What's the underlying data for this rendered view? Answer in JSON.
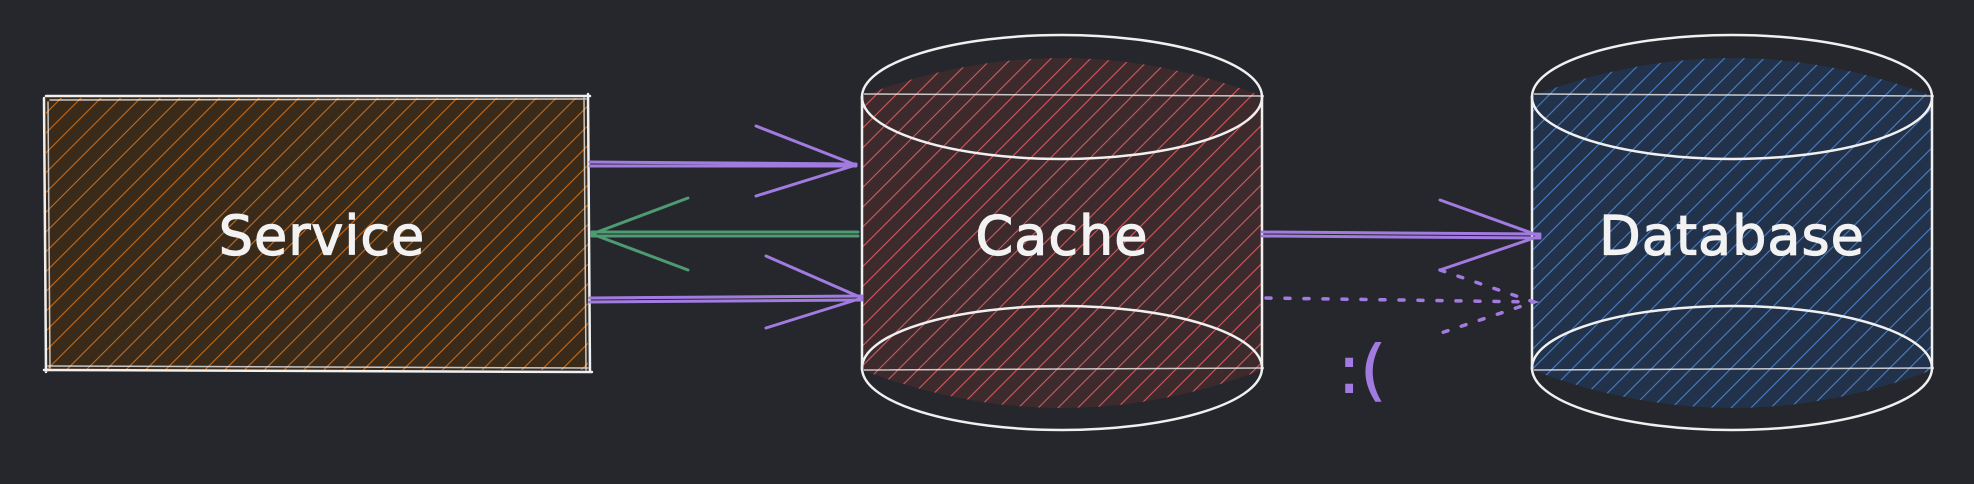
{
  "nodes": {
    "service": {
      "label": "Service",
      "fill": "#8a4a10",
      "hatch": "#c46a1c"
    },
    "cache": {
      "label": "Cache",
      "fill": "#7a3a3e",
      "hatch": "#d05a60"
    },
    "database": {
      "label": "Database",
      "fill": "#2b4f80",
      "hatch": "#4a7fc4"
    }
  },
  "annotation": ":(",
  "colors": {
    "background": "#25272c",
    "outline": "#f0f0f0",
    "request_arrow": "#a27be0",
    "response_arrow": "#4e9a72"
  },
  "edges": [
    {
      "from": "service",
      "to": "cache",
      "style": "solid",
      "color": "#a27be0"
    },
    {
      "from": "cache",
      "to": "service",
      "style": "solid",
      "color": "#4e9a72"
    },
    {
      "from": "service",
      "to": "cache",
      "style": "solid",
      "color": "#a27be0"
    },
    {
      "from": "cache",
      "to": "database",
      "style": "solid",
      "color": "#a27be0"
    },
    {
      "from": "cache",
      "to": "database",
      "style": "dotted",
      "color": "#a27be0"
    }
  ]
}
